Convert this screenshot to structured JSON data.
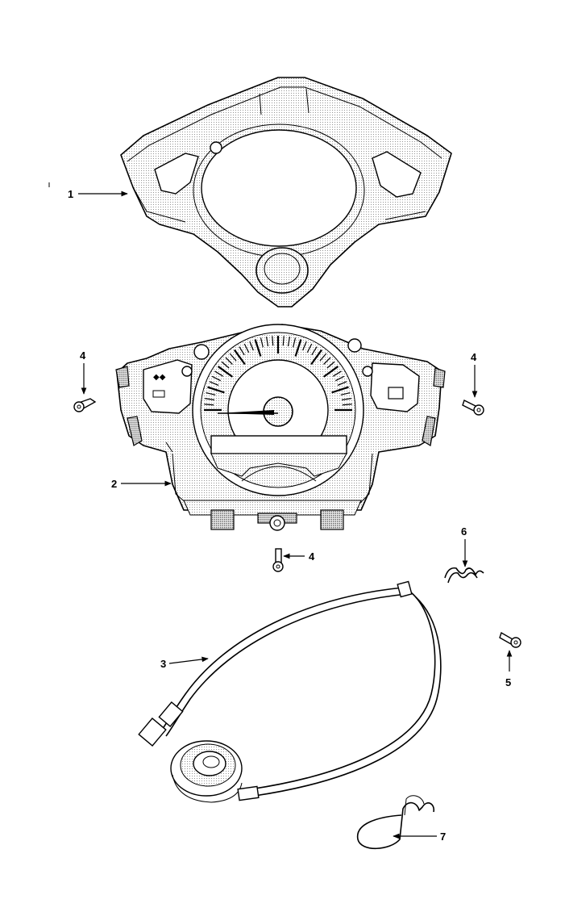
{
  "callouts": [
    {
      "id": "c1",
      "label": "1"
    },
    {
      "id": "c2",
      "label": "2"
    },
    {
      "id": "c3",
      "label": "3"
    },
    {
      "id": "c4a",
      "label": "4"
    },
    {
      "id": "c4b",
      "label": "4"
    },
    {
      "id": "c4c",
      "label": "4"
    },
    {
      "id": "c5",
      "label": "5"
    },
    {
      "id": "c6",
      "label": "6"
    },
    {
      "id": "c7",
      "label": "7"
    }
  ],
  "parts": {
    "bezel": "meter-cover",
    "cluster": "instrument-cluster",
    "cable": "speedometer-cable",
    "screw": "screw",
    "clip": "clip",
    "spring_clip": "spring-clip"
  }
}
